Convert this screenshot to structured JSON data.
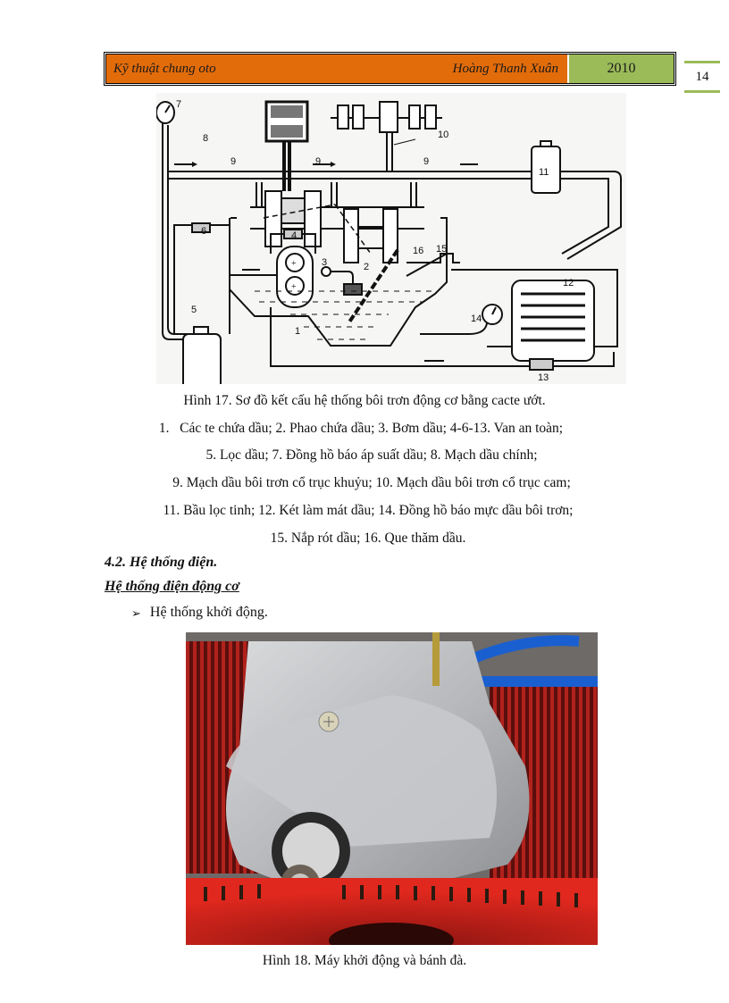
{
  "header": {
    "course_title": "Kỹ thuật chung oto",
    "author": "Hoàng Thanh Xuân",
    "year": "2010",
    "page_number": "14",
    "colors": {
      "orange": "#E36C0A",
      "green": "#9BBB59"
    }
  },
  "figure17": {
    "labels": [
      "1",
      "2",
      "3",
      "4",
      "5",
      "6",
      "7",
      "8",
      "9",
      "9",
      "9",
      "10",
      "11",
      "12",
      "13",
      "14",
      "15",
      "16"
    ],
    "caption_title": "Hình 17. Sơ đồ kết cấu hệ thống bôi trơn động cơ bằng cacte ướt.",
    "legend_lines": [
      "1.   Các te chứa dầu; 2. Phao chứa dầu; 3. Bơm dầu; 4-6-13. Van an toàn;",
      "5. Lọc dầu; 7. Đồng hồ báo áp suất dầu; 8. Mạch dầu chính;",
      "9. Mạch dầu bôi trơn cổ trục khuỷu; 10. Mạch dầu bôi trơn cổ trục cam;",
      "11. Bầu lọc tinh; 12. Két làm mát dầu; 14. Đồng hồ báo mực dầu bôi trơn;",
      "15. Nắp rót dầu; 16. Que thăm dầu."
    ]
  },
  "section": {
    "heading": "4.2. Hệ thống điện.",
    "subheading": "Hệ thống điện động cơ",
    "bullet_marker": "➢",
    "bullet_text": "Hệ thống khởi động."
  },
  "figure18": {
    "caption": "Hình 18. Máy khởi động và bánh đà."
  }
}
